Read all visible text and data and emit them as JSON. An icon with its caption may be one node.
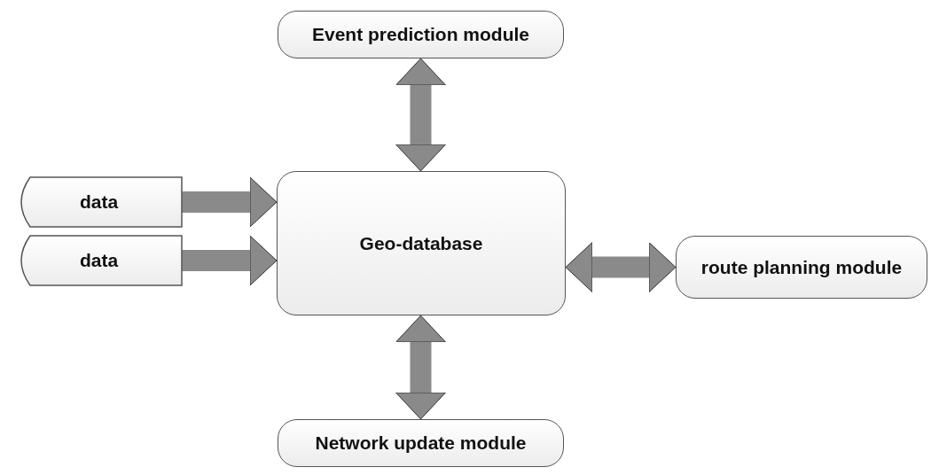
{
  "diagram": {
    "nodes": [
      {
        "text": [
          "Event prediction module"
        ]
      },
      {
        "text": [
          "data"
        ]
      },
      {
        "text": [
          "data"
        ]
      },
      {
        "text": [
          "Geo-database"
        ]
      },
      {
        "text": [
          "route planning module"
        ]
      },
      {
        "text": [
          "Network update module"
        ]
      }
    ],
    "edges": [
      {
        "from": 1,
        "to": 3,
        "arrow": "to"
      },
      {
        "from": 2,
        "to": 3,
        "arrow": "to"
      },
      {
        "from": 3,
        "to": 0,
        "arrow": "both"
      },
      {
        "from": 3,
        "to": 4,
        "arrow": "both"
      },
      {
        "from": 3,
        "to": 5,
        "arrow": "both"
      }
    ]
  }
}
